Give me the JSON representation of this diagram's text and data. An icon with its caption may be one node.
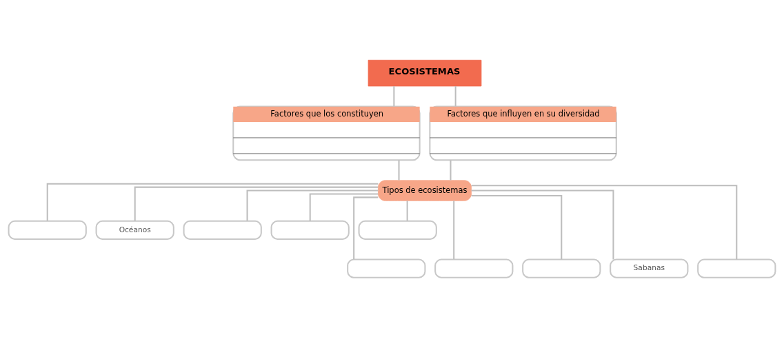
{
  "diagram": {
    "nodes": [
      {
        "text": [
          "ECOSISTEMAS"
        ]
      },
      {
        "text": [
          "Factores que los constituyen"
        ]
      },
      {
        "text": [
          "Factores que influyen en su diversidad"
        ]
      },
      {
        "text": [
          "Tipos de ecosistemas"
        ]
      },
      {
        "text": [],
        "shape": "box"
      },
      {
        "text": [
          "Océanos"
        ]
      },
      {
        "text": [],
        "shape": "box"
      },
      {
        "text": [],
        "shape": "box"
      },
      {
        "text": [],
        "shape": "box"
      },
      {
        "text": [],
        "shape": "box"
      },
      {
        "text": [],
        "shape": "box"
      },
      {
        "text": [],
        "shape": "box"
      },
      {
        "text": [
          "Sabanas"
        ]
      },
      {
        "text": [],
        "shape": "box"
      }
    ],
    "edges": [
      {
        "from": 0,
        "to": 1,
        "arrow": "none"
      },
      {
        "from": 0,
        "to": 2,
        "arrow": "none"
      },
      {
        "from": 1,
        "to": 3,
        "arrow": "none"
      },
      {
        "from": 2,
        "to": 3,
        "arrow": "none"
      },
      {
        "from": 3,
        "to": 4,
        "arrow": "none"
      },
      {
        "from": 3,
        "to": 5,
        "arrow": "none"
      },
      {
        "from": 3,
        "to": 6,
        "arrow": "none"
      },
      {
        "from": 3,
        "to": 7,
        "arrow": "none"
      },
      {
        "from": 3,
        "to": 8,
        "arrow": "none"
      },
      {
        "from": 3,
        "to": 9,
        "arrow": "none"
      },
      {
        "from": 3,
        "to": 10,
        "arrow": "none"
      },
      {
        "from": 3,
        "to": 11,
        "arrow": "none"
      },
      {
        "from": 3,
        "to": 12,
        "arrow": "none"
      },
      {
        "from": 3,
        "to": 13,
        "arrow": "none"
      }
    ]
  }
}
